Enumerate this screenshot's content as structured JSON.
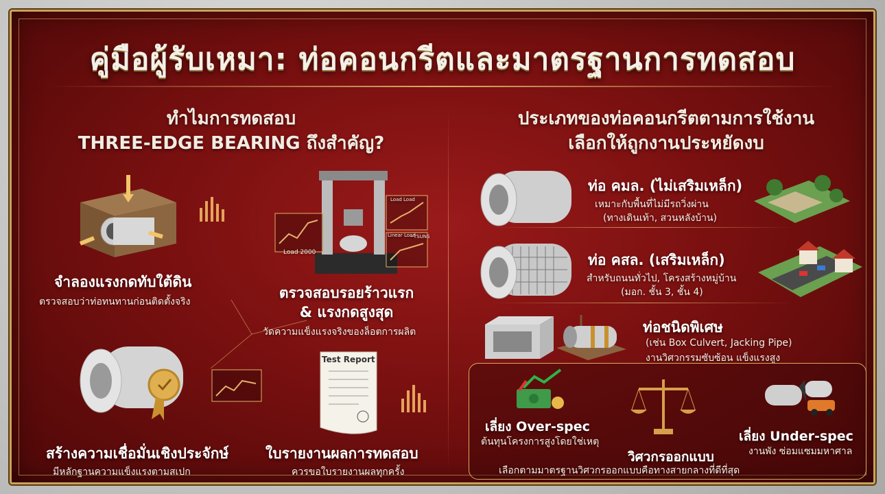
{
  "title": "คู่มือผู้รับเหมา: ท่อคอนกรีตและมาตรฐานการทดสอบ",
  "left": {
    "heading_line1": "ทำไมการทดสอบ",
    "heading_line2": "THREE-EDGE BEARING ถึงสำคัญ?",
    "item1": {
      "title": "จำลองแรงกดทับใต้ดิน",
      "sub": "ตรวจสอบว่าท่อทนทานก่อนติดตั้งจริง"
    },
    "item2": {
      "title_line1": "ตรวจสอบรอยร้าวแรก",
      "title_line2": "& แรงกดสูงสุด",
      "sub": "วัดความแข็งแรงจริงของล็อตการผลิต",
      "chart_label": "Load 2000",
      "screen1_label": "Load Load",
      "screen2_label": "Linear Load",
      "screen2_value": "~TSUNS"
    },
    "item3": {
      "title": "สร้างความเชื่อมั่นเชิงประจักษ์",
      "sub": "มีหลักฐานความแข็งแรงตามสเปก"
    },
    "item4": {
      "title": "ใบรายงานผลการทดสอบ",
      "sub": "ควรขอใบรายงานผลทุกครั้ง",
      "doc_label": "Test Report"
    }
  },
  "right": {
    "heading_line1": "ประเภทของท่อคอนกรีตตามการใช้งาน",
    "heading_line2": "เลือกให้ถูกงานประหยัดงบ",
    "type1": {
      "title": "ท่อ คมล. (ไม่เสริมเหล็ก)",
      "sub1": "เหมาะกับพื้นที่ไม่มีรถวิ่งผ่าน",
      "sub2": "(ทางเดินเท้า, สวนหลังบ้าน)"
    },
    "type2": {
      "title": "ท่อ คสล. (เสริมเหล็ก)",
      "sub1": "สำหรับถนนทั่วไป, โครงสร้างหมู่บ้าน",
      "sub2": "(มอก. ชั้น 3, ชั้น 4)"
    },
    "type3": {
      "title": "ท่อชนิดพิเศษ",
      "sub1": "(เช่น Box Culvert, Jacking Pipe)",
      "sub2": "งานวิศวกรรมซับซ้อน แข็งแรงสูง"
    },
    "panel": {
      "over_title": "เลี่ยง Over-spec",
      "over_sub": "ต้นทุนโครงการสูงโดยใช่เหตุ",
      "center_title": "วิศวกรออกแบบ",
      "under_title": "เลี่ยง Under-spec",
      "under_sub": "งานพัง ซ่อมแซมมหาศาล",
      "footer": "เลือกตามมาตรฐานวิศวกรออกแบบคือทางสายกลางที่ดีที่สุด"
    }
  },
  "colors": {
    "gold": "#d7ae62",
    "background_red": "#7a1010",
    "text": "#ffffff"
  }
}
